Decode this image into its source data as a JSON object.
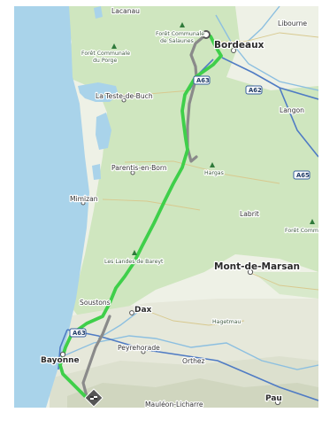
{
  "map": {
    "region": "Landes / Gironde, France",
    "places": {
      "lacanau": "Lacanau",
      "foret_salaunes_1": "Forêt Communale",
      "foret_salaunes_2": "de Salaunes",
      "libourne": "Libourne",
      "bordeaux": "Bordeaux",
      "foret_porge_1": "Forêt Communale",
      "foret_porge_2": "du Porge",
      "la_teste": "La Teste-de-Buch",
      "langon": "Langon",
      "parentis": "Parentis-en-Born",
      "hargas": "Hargas",
      "mimizan": "Mimizan",
      "labrit": "Labrit",
      "foret_communale": "Forêt Communale",
      "landes_bareyt": "Les Landes de Bareyt",
      "mont_de_marsan": "Mont-de-Marsan",
      "soustons": "Soustons",
      "dax": "Dax",
      "hagetmau": "Hagetmau",
      "peyrehorade": "Peyrehorade",
      "orthez": "Orthez",
      "bayonne": "Bayonne",
      "pau": "Pau",
      "mauleon": "Mauléon-Licharre"
    },
    "road_shields": {
      "a63_north": "A63",
      "a62": "A62",
      "a65": "A65",
      "a63_south": "A63"
    },
    "route": {
      "start_icon": "circle-start-icon",
      "end_icon": "checkered-flag-icon",
      "colors": {
        "primary": "#3fcf4a",
        "alternative": "#8a8a8a",
        "water": "#a9d3ea",
        "land": "#eef1e6",
        "forest": "#cfe6bf",
        "motorway": "#4f7bc4"
      }
    }
  }
}
